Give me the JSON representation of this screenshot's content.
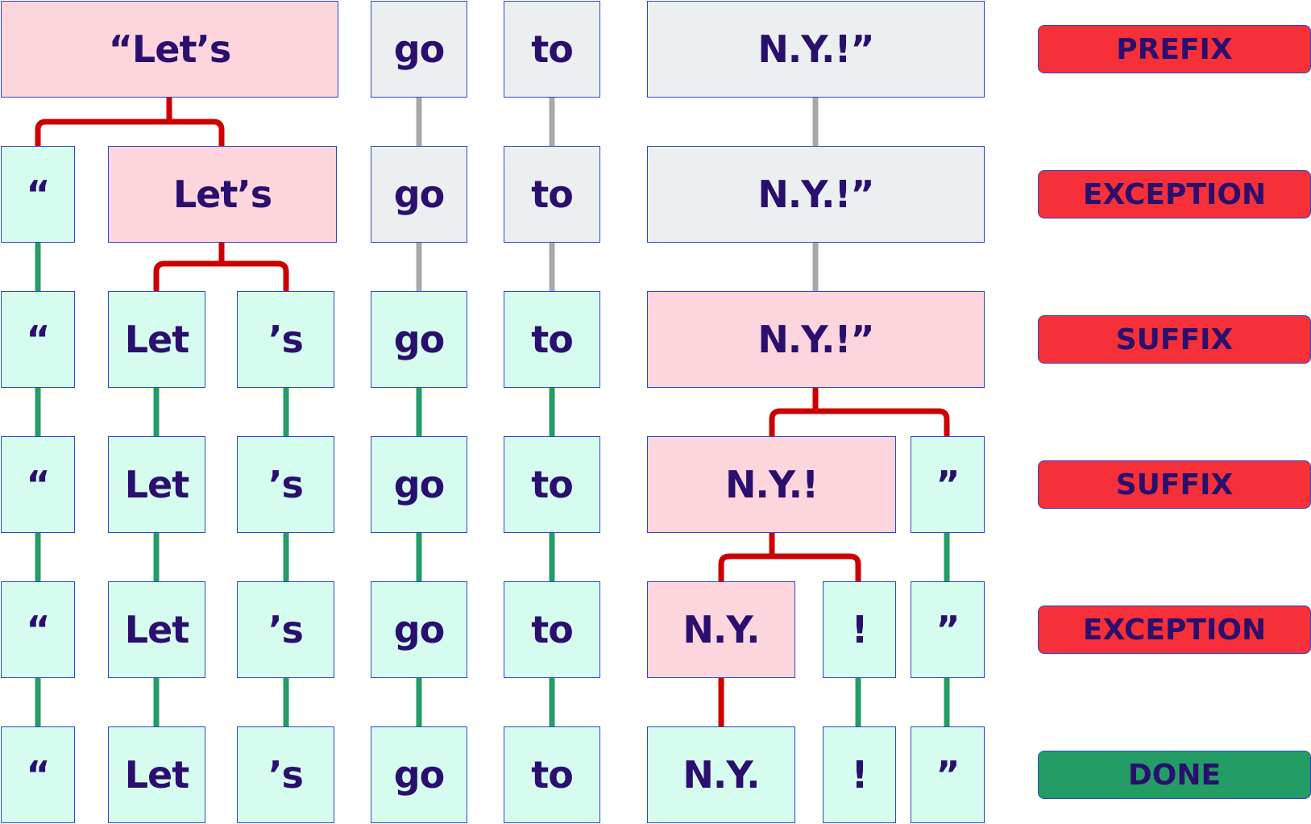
{
  "colors": {
    "split_link": "#cc0000",
    "pass_link": "#a8a8a8",
    "done_link": "#249c66",
    "pink_box": "#fdd5dd",
    "grey_box": "#eceff0",
    "mint_box": "#d6fbef",
    "text": "#2a0f6e",
    "badge_red": "#f63038",
    "badge_green": "#249c66"
  },
  "rows": [
    {
      "step": "PREFIX",
      "tokens": [
        "“Let’s",
        "go",
        "to",
        "N.Y.!”"
      ]
    },
    {
      "step": "EXCEPTION",
      "tokens": [
        "“",
        "Let’s",
        "go",
        "to",
        "N.Y.!”"
      ]
    },
    {
      "step": "SUFFIX",
      "tokens": [
        "“",
        "Let",
        "’s",
        "go",
        "to",
        "N.Y.!”"
      ]
    },
    {
      "step": "SUFFIX",
      "tokens": [
        "“",
        "Let",
        "’s",
        "go",
        "to",
        "N.Y.!",
        "”"
      ]
    },
    {
      "step": "EXCEPTION",
      "tokens": [
        "“",
        "Let",
        "’s",
        "go",
        "to",
        "N.Y.",
        "!",
        "”"
      ]
    },
    {
      "step": "DONE",
      "tokens": [
        "“",
        "Let",
        "’s",
        "go",
        "to",
        "N.Y.",
        "!",
        "”"
      ]
    }
  ]
}
